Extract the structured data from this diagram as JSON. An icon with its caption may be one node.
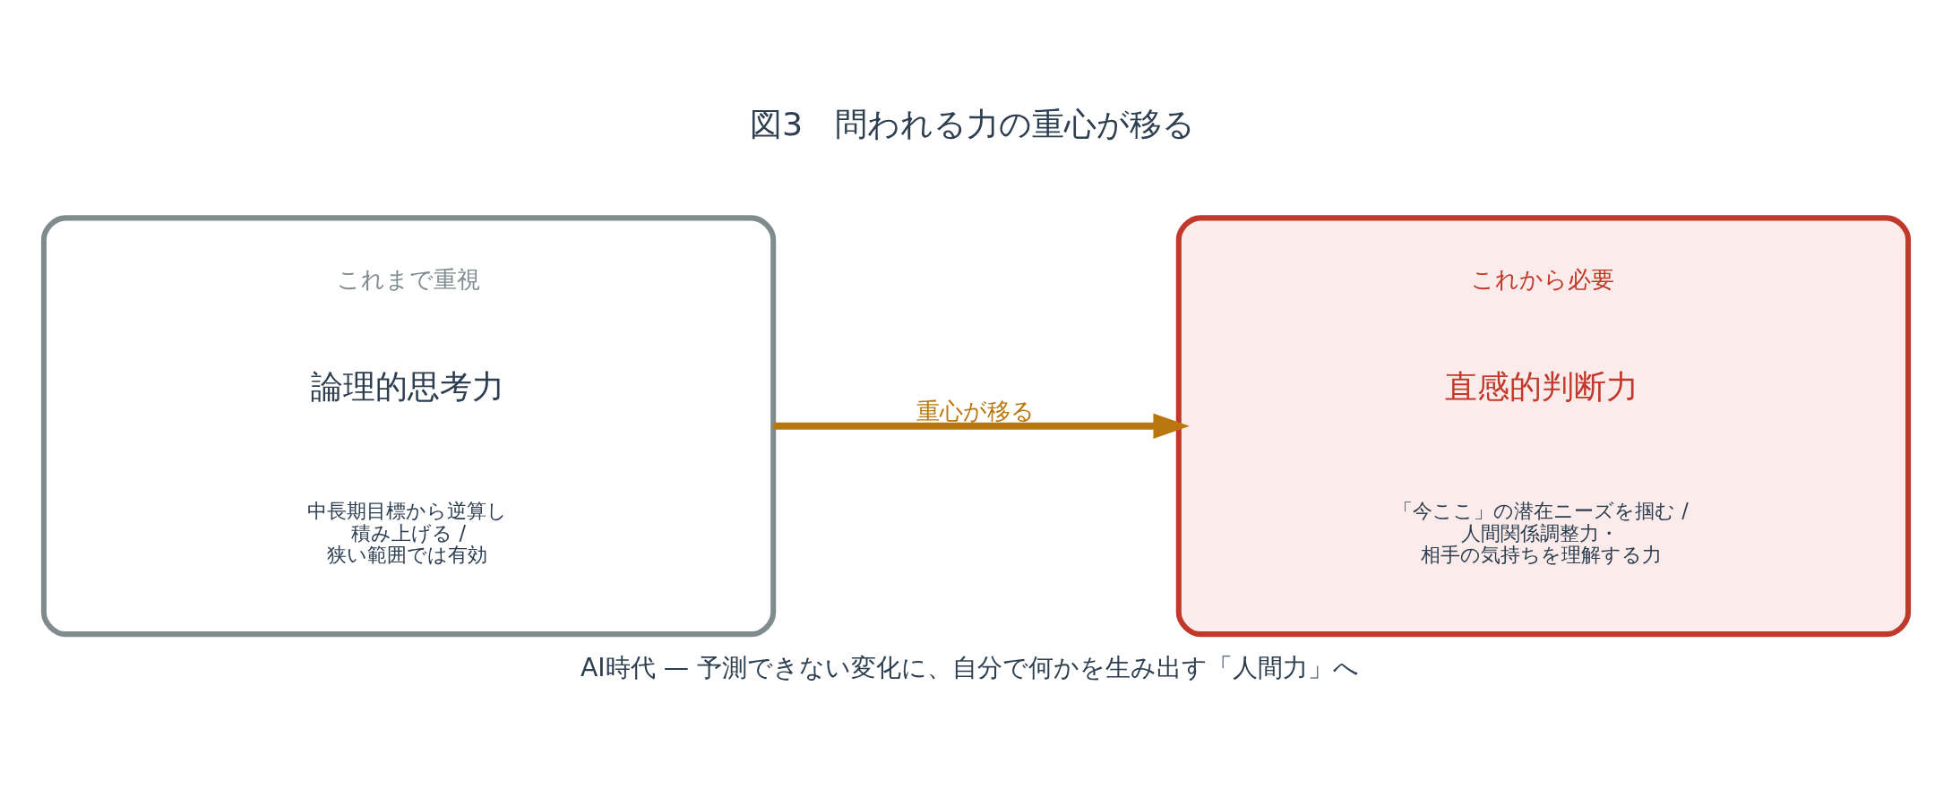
{
  "diagram": {
    "title": "図3　問われる力の重心が移る",
    "caption": "AI時代 — 予測できない変化に、自分で何かを生み出す「人間力」へ",
    "nodes": [
      {
        "text": [
          "これまで重視",
          "論理的思考力",
          "中長期目標から逆算し積み上げる /狭い範囲では有効"
        ]
      },
      {
        "text": [
          "これから必要",
          "直感的判断力",
          "「今ここ」の潜在ニーズを掴む /人間関係調整力・相手の気持ちを理解する力"
        ]
      }
    ],
    "edges": [
      {
        "from": 0,
        "to": 1,
        "arrow": "to",
        "label": "重心が移る",
        "color": "#b9770e"
      }
    ]
  }
}
